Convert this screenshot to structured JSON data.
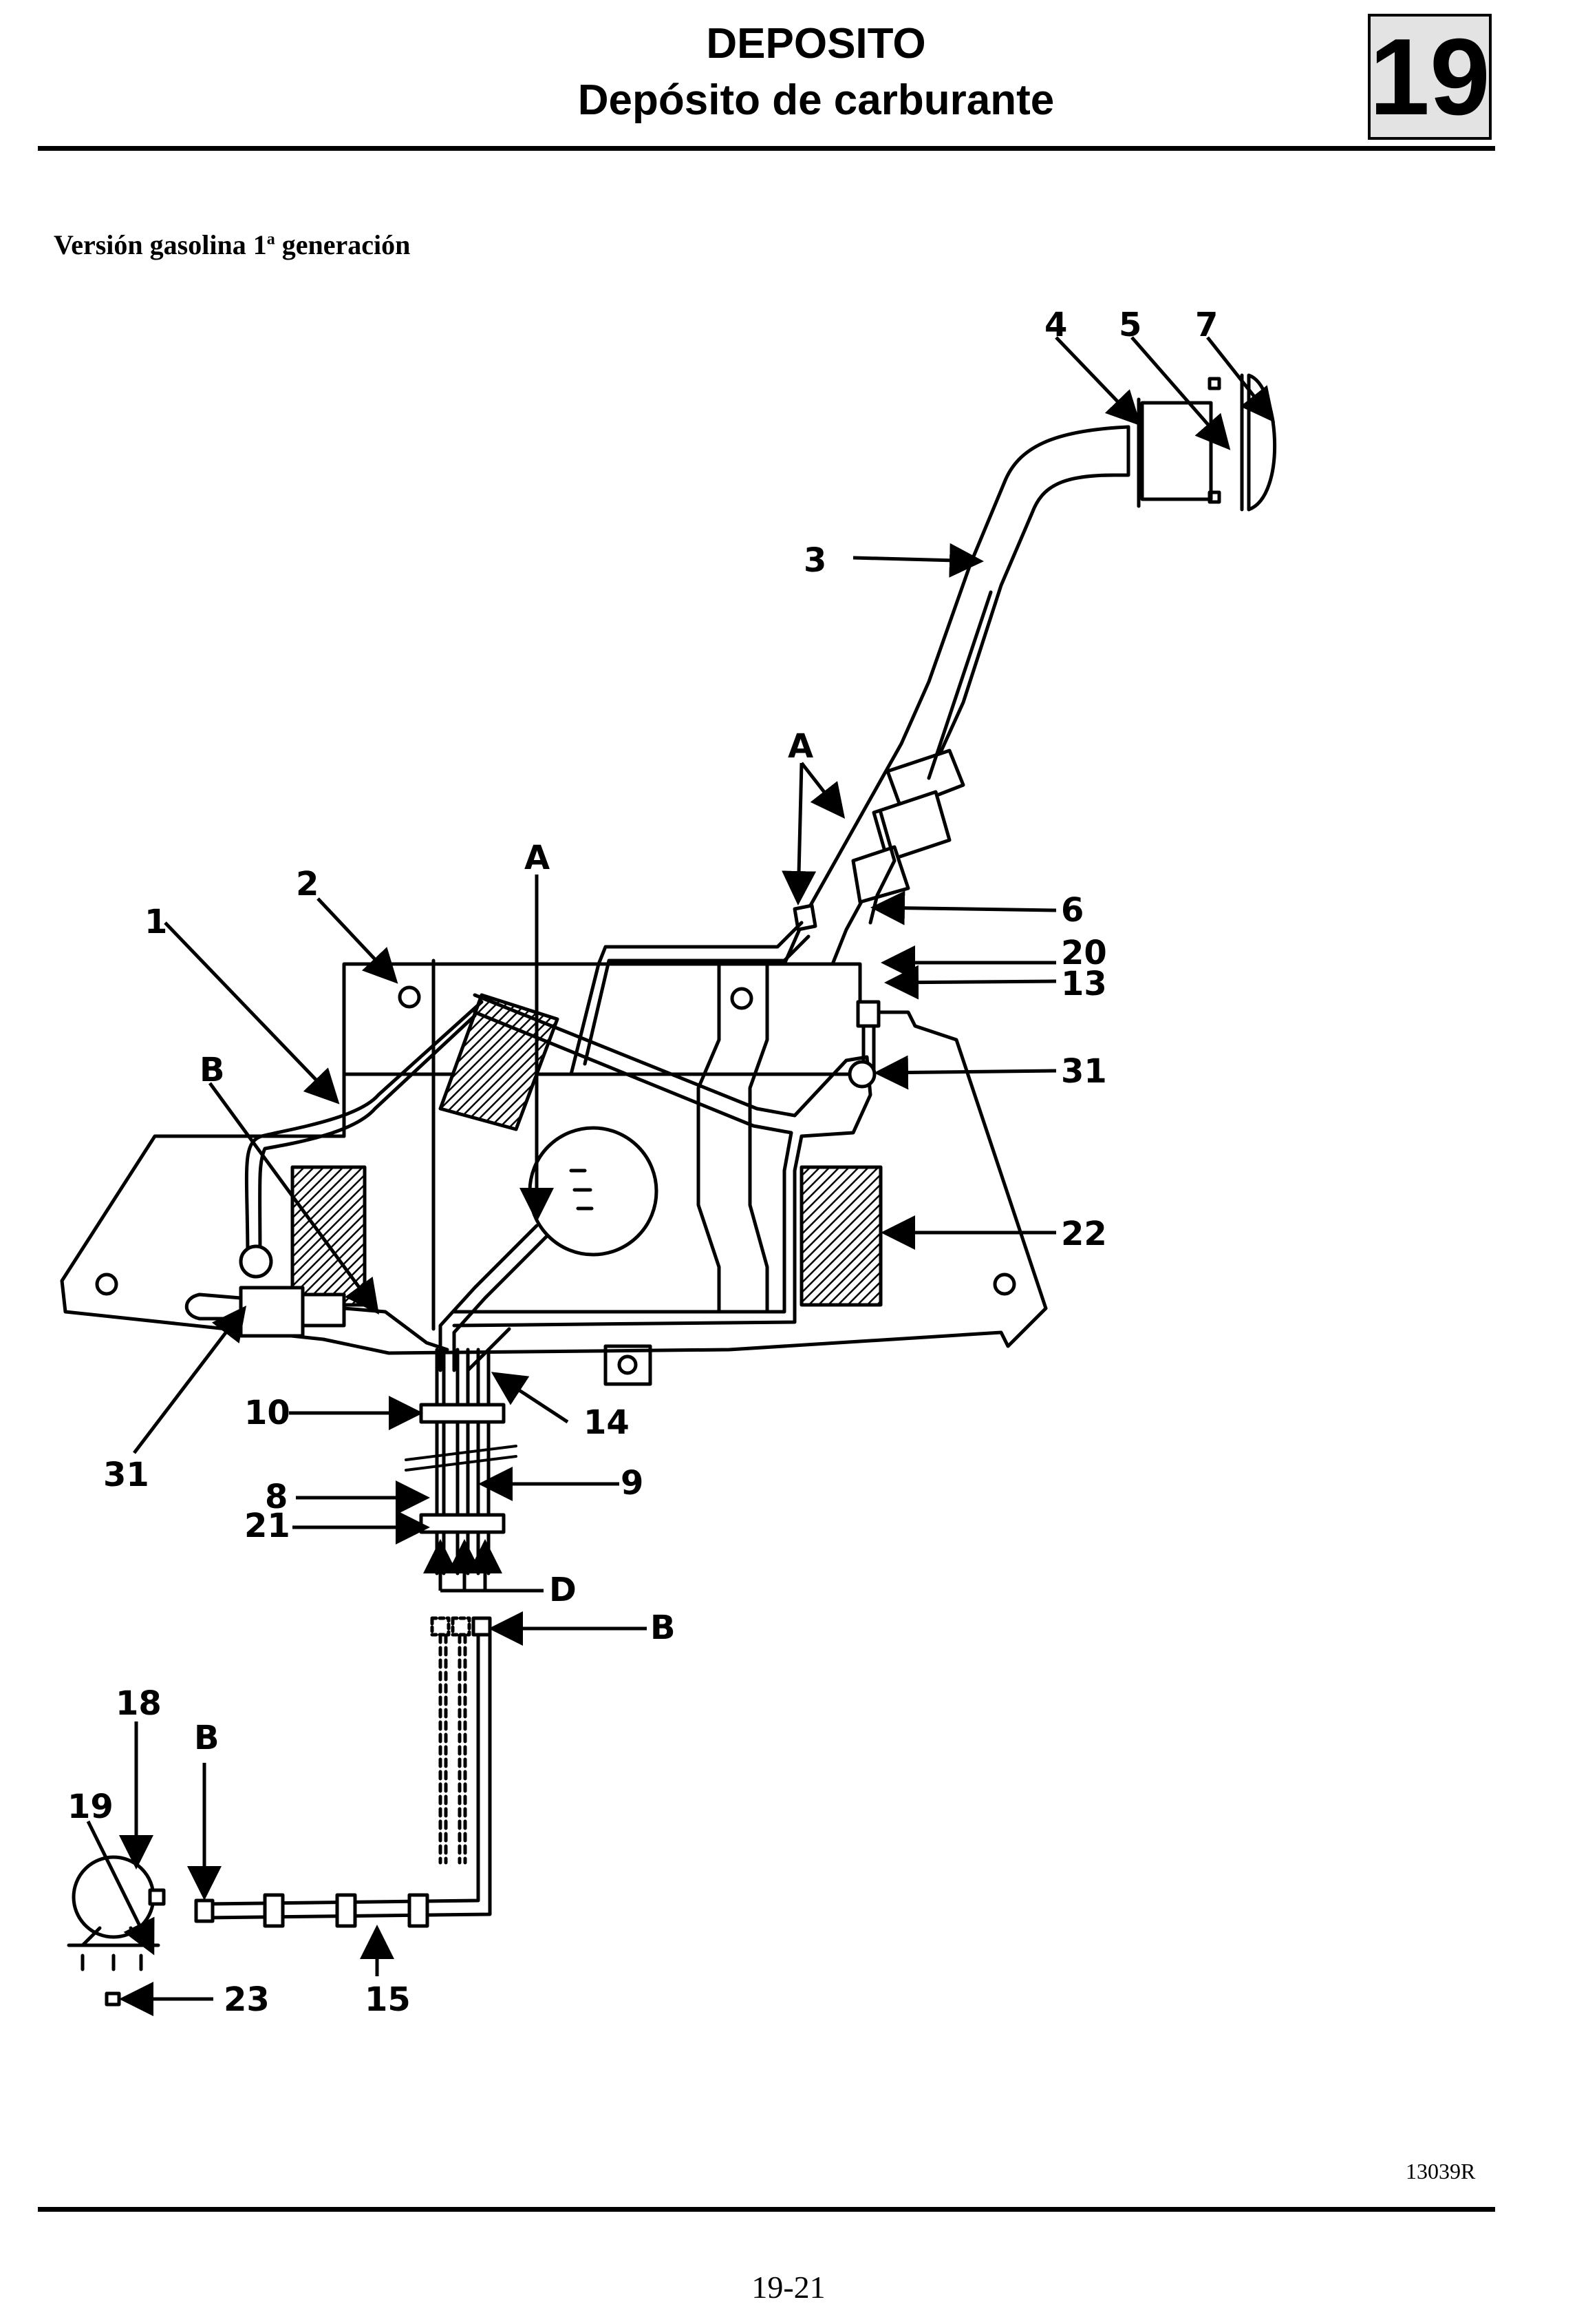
{
  "header": {
    "title": "DEPOSITO",
    "subtitle": "Depósito de carburante",
    "chapter": "19"
  },
  "section": {
    "title": "Versión gasolina 1",
    "title_sup": "a",
    "title_end": " generación"
  },
  "figure": {
    "reference": "13039R",
    "labels": {
      "l1": "1",
      "l2": "2",
      "l3": "3",
      "l4": "4",
      "l5": "5",
      "l6": "6",
      "l7": "7",
      "l8": "8",
      "l9": "9",
      "l10": "10",
      "l13": "13",
      "l14": "14",
      "l15": "15",
      "l18": "18",
      "l19": "19",
      "l20": "20",
      "l21": "21",
      "l22": "22",
      "l23": "23",
      "l31a": "31",
      "l31b": "31",
      "lA1": "A",
      "lA2": "A",
      "lB1": "B",
      "lB2": "B",
      "lB3": "B",
      "lD": "D"
    }
  },
  "footer": {
    "page": "19-21"
  }
}
